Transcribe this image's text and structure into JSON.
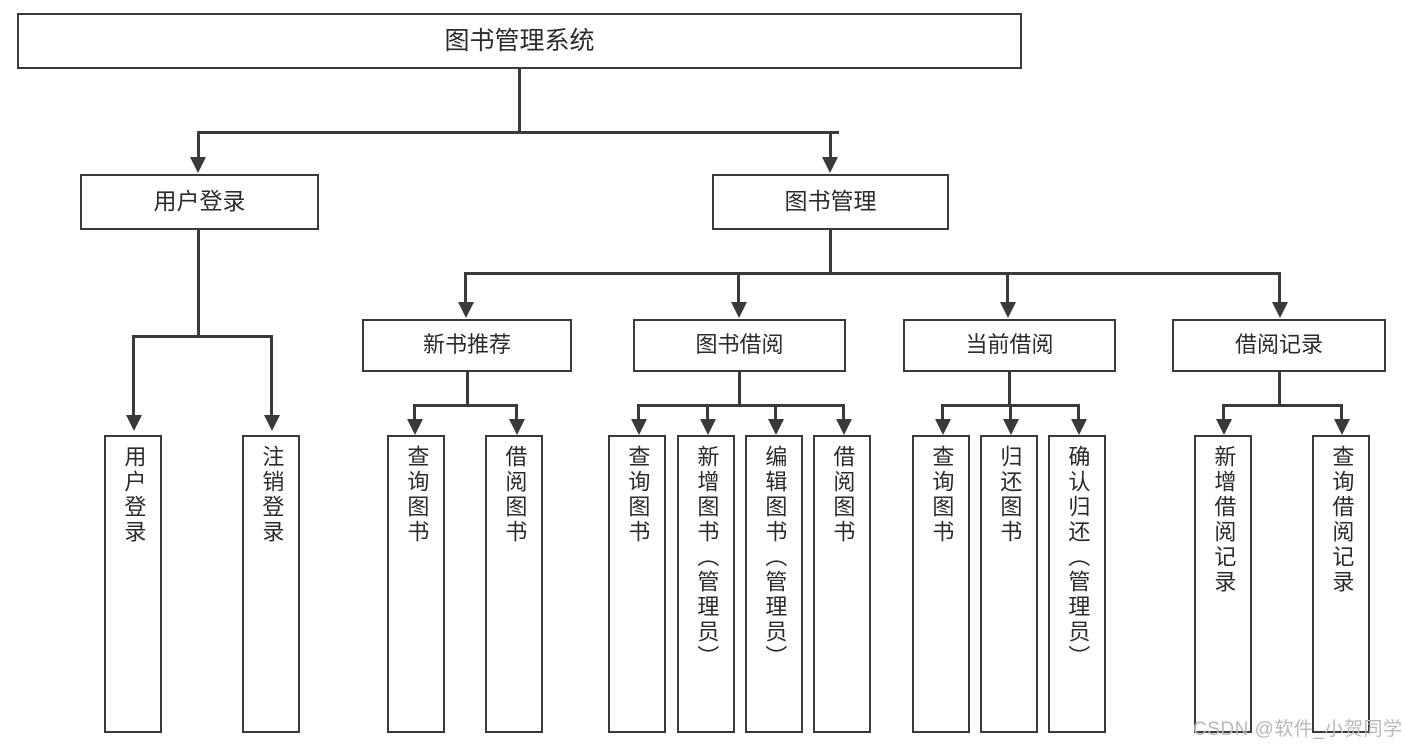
{
  "diagram": {
    "title": "图书管理系统",
    "type": "tree-hierarchy-chart",
    "root": {
      "label": "图书管理系统"
    },
    "level2": [
      {
        "label": "用户登录"
      },
      {
        "label": "图书管理"
      }
    ],
    "level3": [
      {
        "label": "新书推荐"
      },
      {
        "label": "图书借阅"
      },
      {
        "label": "当前借阅"
      },
      {
        "label": "借阅记录"
      }
    ],
    "leaves": {
      "user_login": [
        {
          "label": "用户登录"
        },
        {
          "label": "注销登录"
        }
      ],
      "new_book_recommend": [
        {
          "label": "查询图书"
        },
        {
          "label": "借阅图书"
        }
      ],
      "book_borrow": [
        {
          "label": "查询图书"
        },
        {
          "label": "新增图书（管理员）"
        },
        {
          "label": "编辑图书（管理员）"
        },
        {
          "label": "借阅图书"
        }
      ],
      "current_borrow": [
        {
          "label": "查询图书"
        },
        {
          "label": "归还图书"
        },
        {
          "label": "确认归还（管理员）"
        }
      ],
      "borrow_record": [
        {
          "label": "新增借阅记录"
        },
        {
          "label": "查询借阅记录"
        }
      ]
    }
  },
  "watermark": {
    "text": "CSDN @软件_小贺同学"
  },
  "colors": {
    "stroke": "#3a3a3a",
    "text": "#2b2b2b",
    "background": "#ffffff",
    "watermark": "#b8b8b8"
  }
}
